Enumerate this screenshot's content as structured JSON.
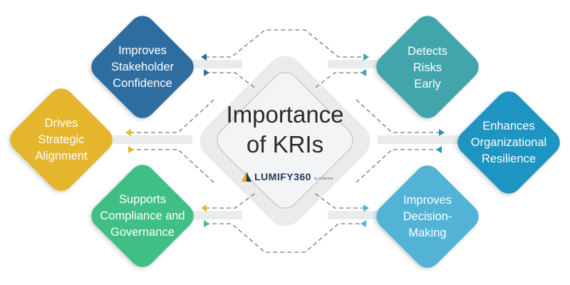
{
  "center": {
    "title": "Importance\nof KRIs",
    "logo_text": "LUMIFY360",
    "logo_sub": "by ecfactory"
  },
  "nodes": [
    {
      "key": "stakeholder",
      "label": "Improves\nStakeholder\nConfidence",
      "color": "#2e6da0"
    },
    {
      "key": "strategic",
      "label": "Drives\nStrategic\nAlignment",
      "color": "#e4b52d"
    },
    {
      "key": "compliance",
      "label": "Supports\nCompliance and\nGovernance",
      "color": "#3fbf86"
    },
    {
      "key": "risks",
      "label": "Detects\nRisks\nEarly",
      "color": "#42a5ab"
    },
    {
      "key": "resilience",
      "label": "Enhances\nOrganizational\nResilience",
      "color": "#1d94c2"
    },
    {
      "key": "decision",
      "label": "Improves\nDecision-\nMaking",
      "color": "#52b3d6"
    }
  ],
  "colors": {
    "frame": "#e9ebec",
    "center_fill": "#f3f4f5",
    "dash": "#8d8d8d"
  }
}
